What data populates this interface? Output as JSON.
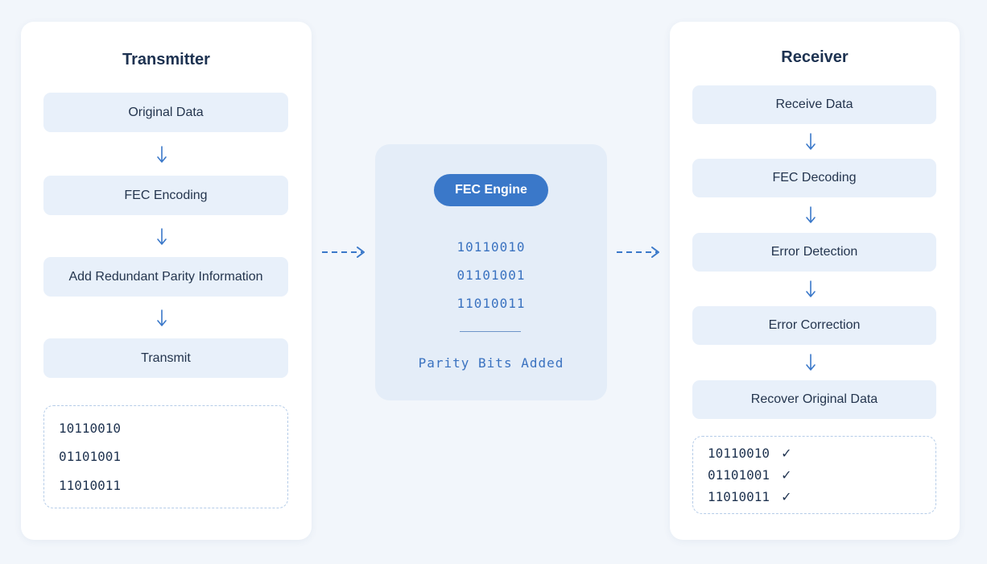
{
  "transmitter": {
    "title": "Transmitter",
    "steps": [
      "Original Data",
      "FEC Encoding",
      "Add Redundant Parity Information",
      "Transmit"
    ],
    "data_bits": [
      "10110010",
      "01101001",
      "11010011"
    ]
  },
  "engine": {
    "label": "FEC Engine",
    "bits": [
      "10110010",
      "01101001",
      "11010011"
    ],
    "caption": "Parity Bits Added"
  },
  "receiver": {
    "title": "Receiver",
    "steps": [
      "Receive Data",
      "FEC Decoding",
      "Error Detection",
      "Error Correction",
      "Recover Original Data"
    ],
    "recovered_bits": [
      "10110010",
      "01101001",
      "11010011"
    ],
    "check_mark": "✓"
  },
  "colors": {
    "accent": "#3a78c9",
    "step_bg": "#e8f0fa",
    "panel_bg": "#ffffff",
    "page_bg": "#f2f6fb"
  }
}
